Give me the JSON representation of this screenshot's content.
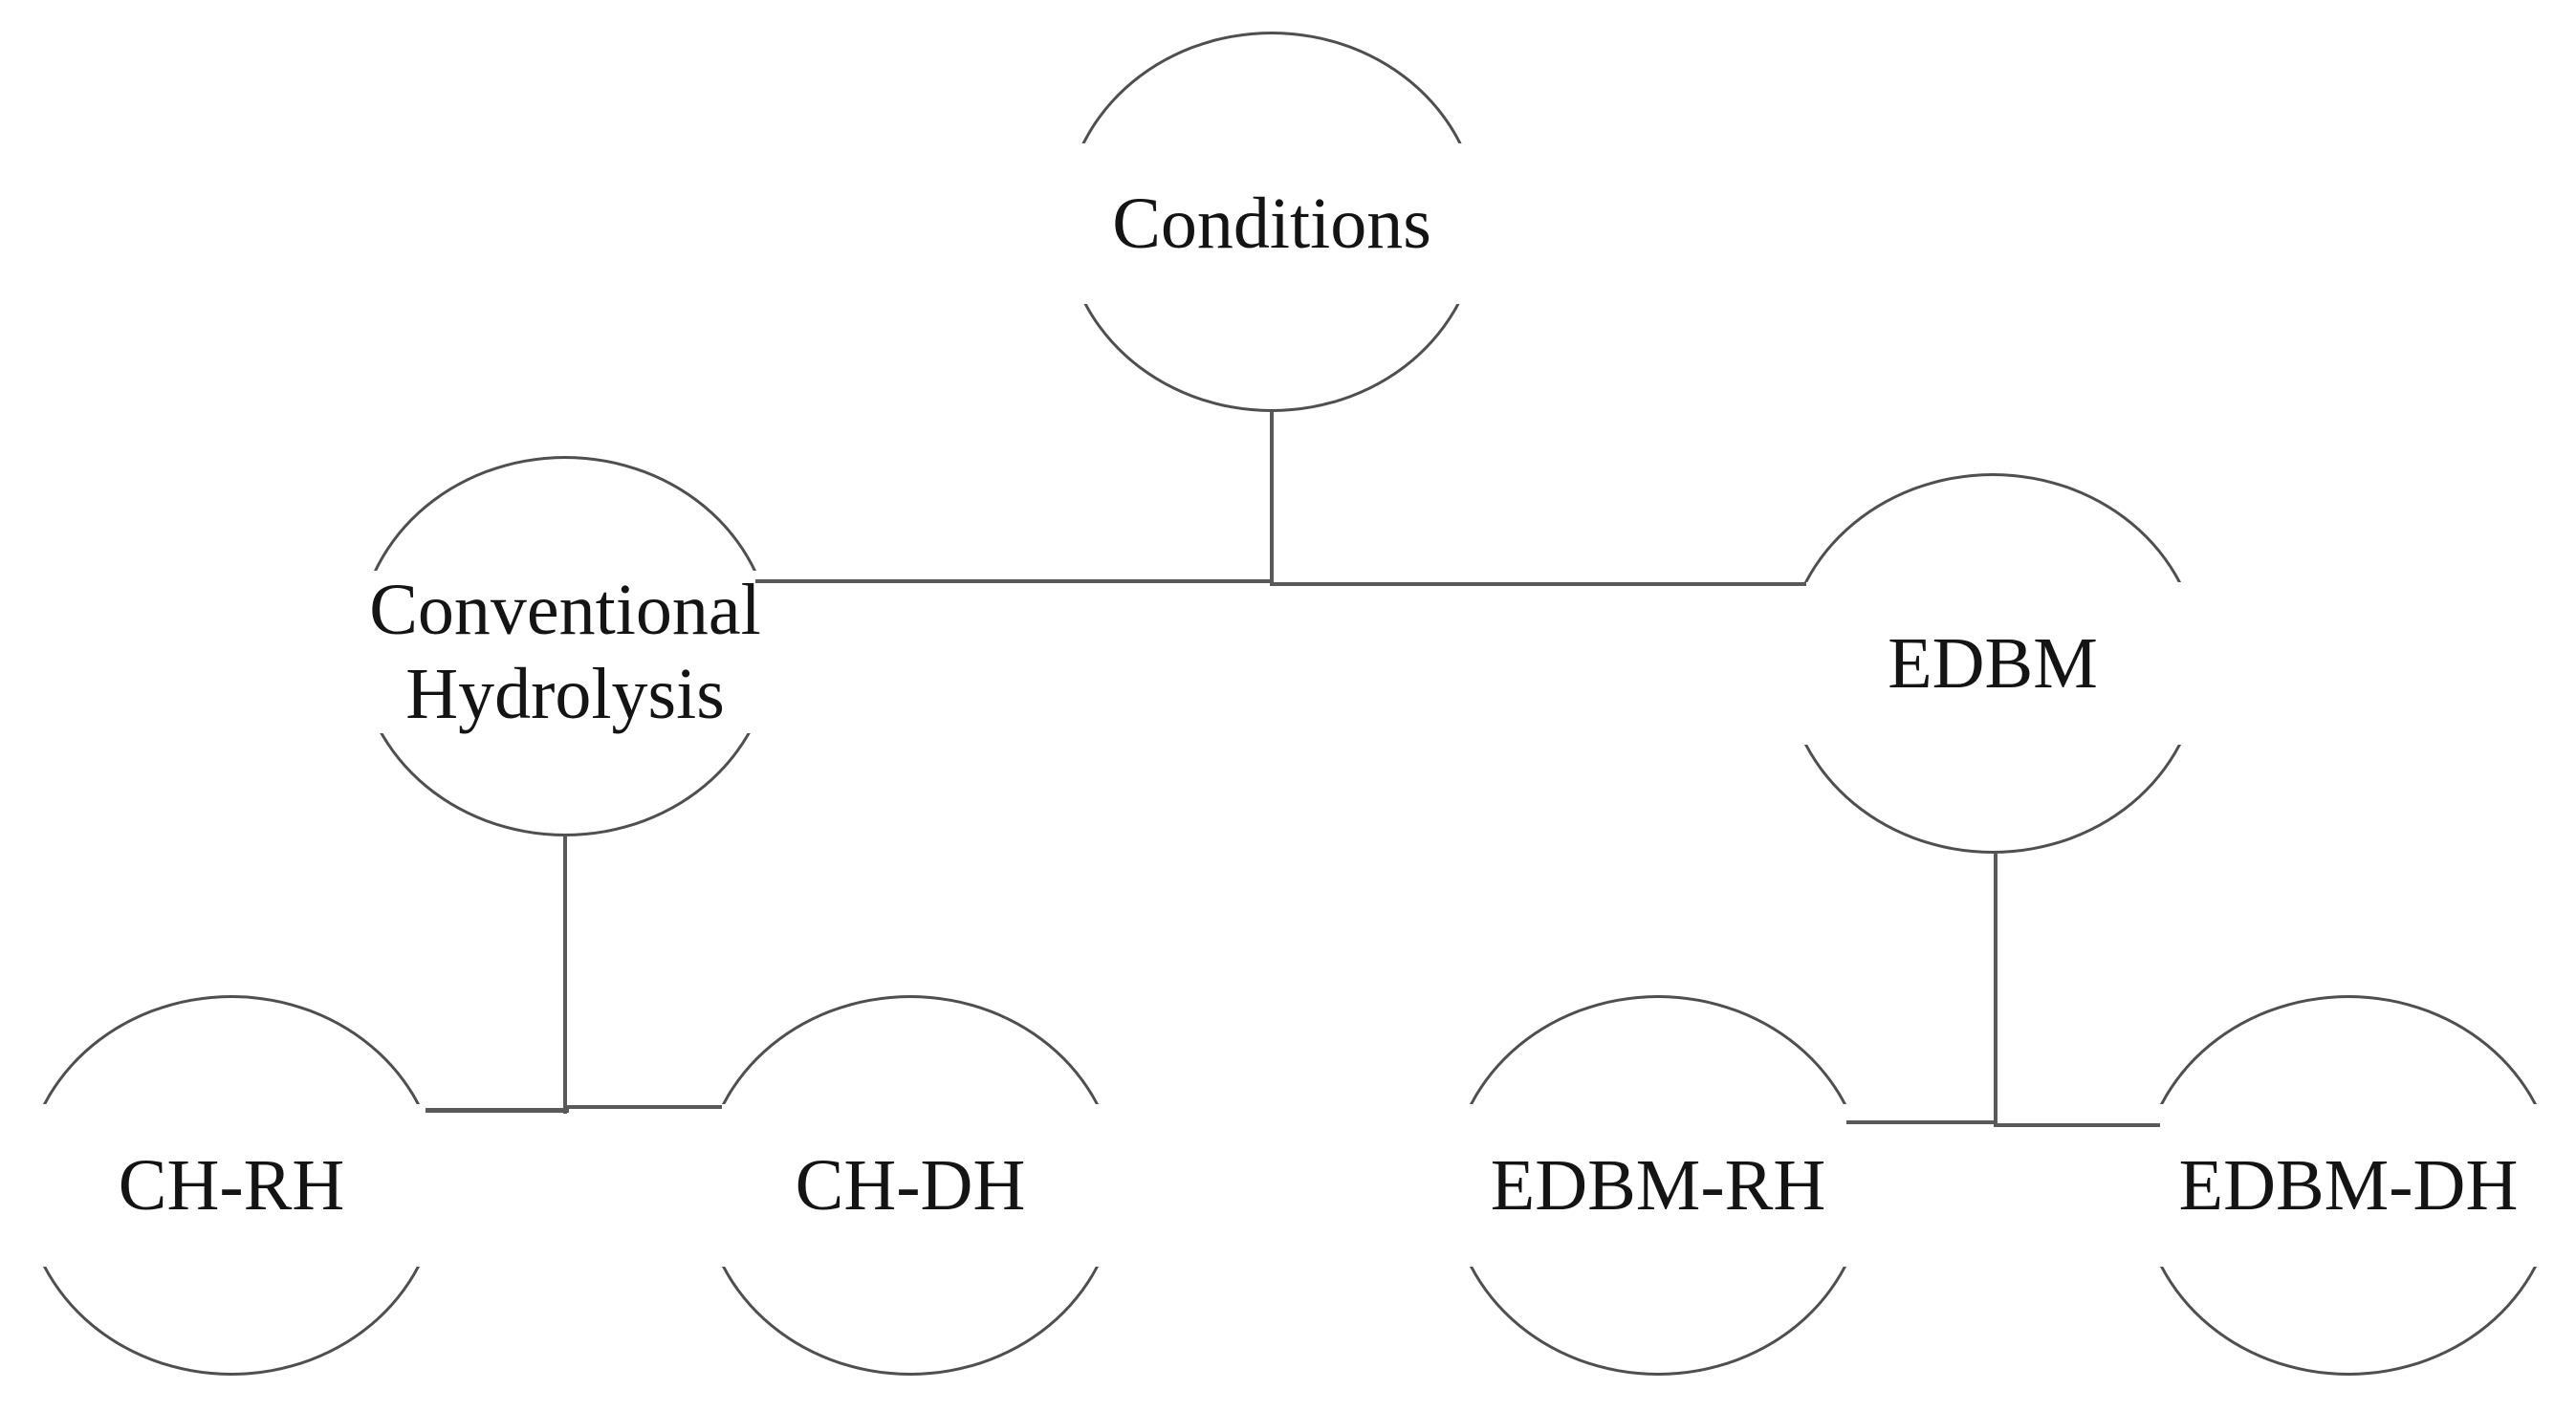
{
  "diagram": {
    "type": "hierarchy-tree",
    "background": "#ffffff",
    "ellipse_stroke_color": "#4f4f4f",
    "connector_color": "#595959",
    "text_color": "#141414",
    "nodes": {
      "conditions": {
        "label": "Conditions",
        "level": 0
      },
      "conventional_hydrolysis": {
        "label": "Conventional Hydrolysis",
        "line1": "Conventional",
        "line2": "Hydrolysis",
        "level": 1,
        "parent": "conditions"
      },
      "edbm": {
        "label": "EDBM",
        "level": 1,
        "parent": "conditions"
      },
      "ch_rh": {
        "label": "CH-RH",
        "level": 2,
        "parent": "conventional_hydrolysis"
      },
      "ch_dh": {
        "label": "CH-DH",
        "level": 2,
        "parent": "conventional_hydrolysis"
      },
      "edbm_rh": {
        "label": "EDBM-RH",
        "level": 2,
        "parent": "edbm"
      },
      "edbm_dh": {
        "label": "EDBM-DH",
        "level": 2,
        "parent": "edbm"
      }
    },
    "edges": [
      {
        "from": "conditions",
        "to": "conventional_hydrolysis"
      },
      {
        "from": "conditions",
        "to": "edbm"
      },
      {
        "from": "conventional_hydrolysis",
        "to": "ch_rh"
      },
      {
        "from": "conventional_hydrolysis",
        "to": "ch_dh"
      },
      {
        "from": "edbm",
        "to": "edbm_rh"
      },
      {
        "from": "edbm",
        "to": "edbm_dh"
      }
    ]
  }
}
